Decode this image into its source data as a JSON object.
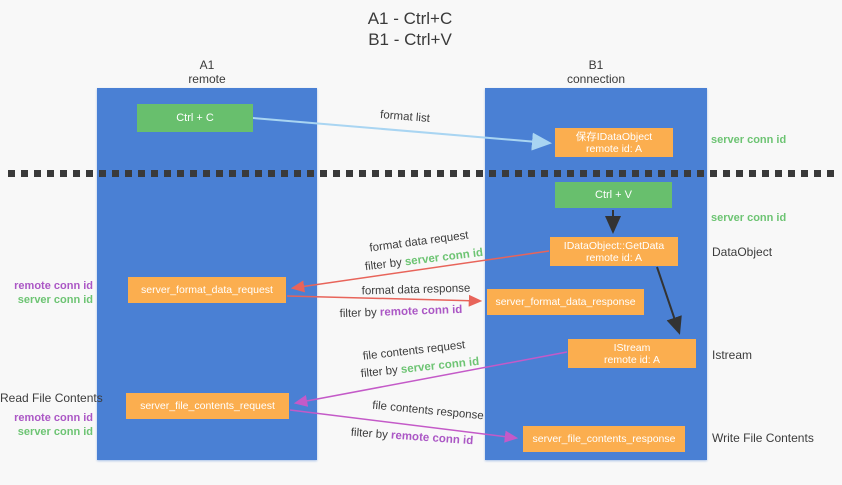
{
  "title": {
    "line1": "A1 - Ctrl+C",
    "line2": "B1 - Ctrl+V"
  },
  "columns": {
    "left": {
      "name": "A1",
      "subtitle": "remote"
    },
    "right": {
      "name": "B1",
      "subtitle": "connection"
    }
  },
  "nodes": {
    "ctrl_c": {
      "label": "Ctrl + C"
    },
    "save_dataobject": {
      "line1": "保存IDataObject",
      "line2": "remote id: A"
    },
    "ctrl_v": {
      "label": "Ctrl + V"
    },
    "getdata": {
      "line1": "IDataObject::GetData",
      "line2": "remote id: A"
    },
    "format_request": {
      "label": "server_format_data_request"
    },
    "format_response": {
      "label": "server_format_data_response"
    },
    "istream": {
      "line1": "IStream",
      "line2": "remote id: A"
    },
    "file_request": {
      "label": "server_file_contents_request"
    },
    "file_response": {
      "label": "server_file_contents_response"
    }
  },
  "arrow_labels": {
    "format_list": "format list",
    "format_data_request": "format data request",
    "format_data_response": "format data response",
    "file_contents_request": "file contents request",
    "file_contents_response": "file contents response",
    "filter_by": "filter by",
    "server_conn_id": "server conn id",
    "remote_conn_id": "remote conn id"
  },
  "side_labels": {
    "server_conn_id_top": "server conn id",
    "server_conn_id_mid": "server conn id",
    "dataobject": "DataObject",
    "istream": "Istream",
    "write_file_contents": "Write File Contents",
    "read_file_contents": "Read File Contents",
    "remote_conn_id": "remote conn id",
    "server_conn_id": "server conn id"
  },
  "colors": {
    "background": "#f8f8f8",
    "column_blue": "#4a80d4",
    "node_green": "#68bf6d",
    "node_orange": "#fbae4f",
    "label_green": "#6dc473",
    "label_purple": "#ab57c5",
    "arrow_lightblue": "#a9d5f2",
    "arrow_red": "#e8645a",
    "arrow_magenta": "#c45ac8",
    "arrow_black": "#333333",
    "text_dark": "#3c3c3c",
    "dotted_line": "#3a3a3a"
  }
}
